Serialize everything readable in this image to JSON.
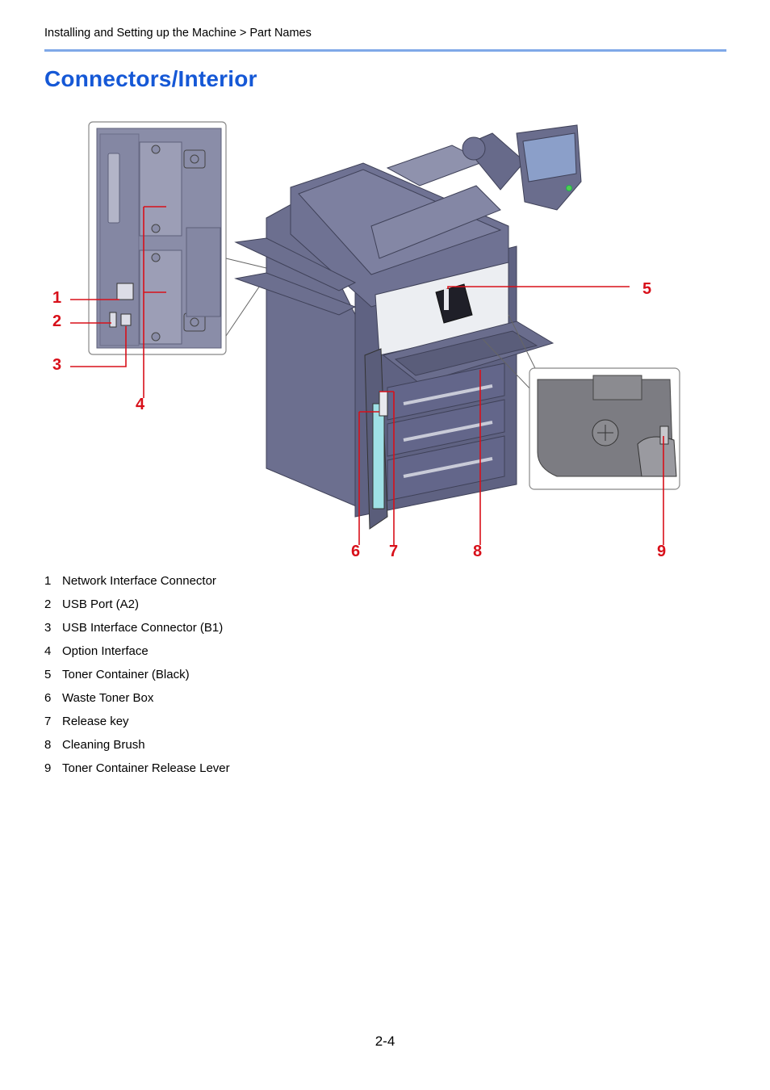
{
  "header": {
    "breadcrumb": "Installing and Setting up the Machine > Part Names"
  },
  "page": {
    "title": "Connectors/Interior",
    "page_number": "2-4"
  },
  "callouts": [
    "1",
    "2",
    "3",
    "4",
    "5",
    "6",
    "7",
    "8",
    "9"
  ],
  "legend": [
    {
      "num": "1",
      "label": "Network Interface Connector"
    },
    {
      "num": "2",
      "label": "USB Port (A2)"
    },
    {
      "num": "3",
      "label": "USB Interface Connector (B1)"
    },
    {
      "num": "4",
      "label": "Option Interface"
    },
    {
      "num": "5",
      "label": "Toner Container (Black)"
    },
    {
      "num": "6",
      "label": "Waste Toner Box"
    },
    {
      "num": "7",
      "label": "Release key"
    },
    {
      "num": "8",
      "label": "Cleaning Brush"
    },
    {
      "num": "9",
      "label": "Toner Container Release Lever"
    }
  ],
  "colors": {
    "title": "#1558d6",
    "rule": "#7fa8e8",
    "callout": "#d8101a",
    "machine_body": "#6c6f8f",
    "machine_dark": "#4f526d",
    "panel_bg": "#8a8da8"
  }
}
